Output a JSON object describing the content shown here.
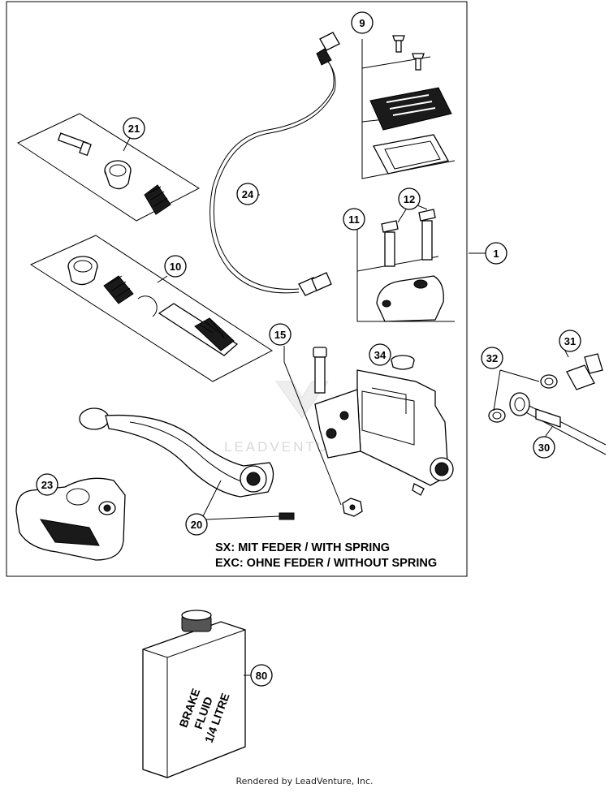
{
  "callouts": {
    "c1": "1",
    "c9": "9",
    "c10": "10",
    "c11": "11",
    "c12": "12",
    "c15": "15",
    "c20": "20",
    "c21": "21",
    "c23": "23",
    "c24": "24",
    "c30": "30",
    "c31": "31",
    "c32": "32",
    "c34": "34",
    "c80": "80"
  },
  "notes": {
    "sx": "SX: MIT FEDER / WITH SPRING",
    "exc": "EXC: OHNE FEDER / WITHOUT SPRING"
  },
  "bottle_label": [
    "BRAKE",
    "FLUID",
    "1/4 LITRE"
  ],
  "watermark": "LEADVENTURE",
  "footer": "Rendered by LeadVenture, Inc."
}
